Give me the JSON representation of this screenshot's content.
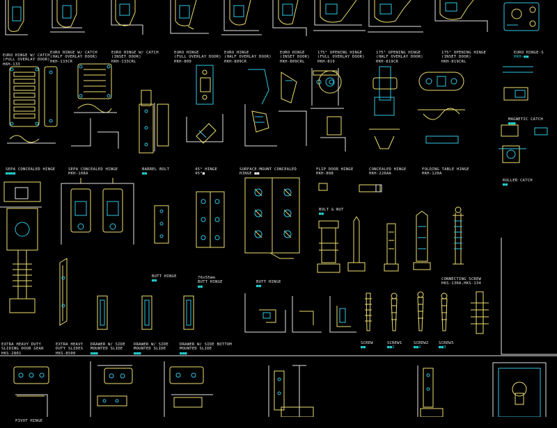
{
  "labels": {
    "l1": {
      "lines": [
        "EURO HINGE W/ CATCH",
        "(FULL OVERLAY DOOR)"
      ],
      "code": "HKH-133"
    },
    "l2": {
      "lines": [
        "EURO HINGE W/ CATCH",
        "(HALF OVERLAY DOOR)"
      ],
      "code": "HKH-133CR"
    },
    "l3": {
      "lines": [
        "EURO HINGE W/ CATCH",
        "(INSET DOOR)"
      ],
      "code": "HKH-133CRL"
    },
    "l4": {
      "lines": [
        "EURO HINGE",
        "(FULL OVERLAY DOOR)"
      ],
      "code": "HKH-809"
    },
    "l5": {
      "lines": [
        "EURO HINGE",
        "(HALF OVERLAY DOOR)"
      ],
      "code": "HKH-809CR"
    },
    "l6": {
      "lines": [
        "EURO HINGE",
        "(INSET DOOR)"
      ],
      "code": "HKH-809CRL"
    },
    "l7": {
      "lines": [
        "175° OPENING HINGE",
        "(FULL OVERLAY DOOR)"
      ],
      "code": "HKH-819"
    },
    "l8": {
      "lines": [
        "175° OPENING HINGE",
        "(HALF OVERLAY DOOR)"
      ],
      "code": "HKH-819CR"
    },
    "l9": {
      "lines": [
        "175° OPENING HINGE",
        "(INSET DOOR)"
      ],
      "code": "HKH-819CRL"
    },
    "l10": {
      "lines": [
        "EURO HINGE-S"
      ],
      "code": "HKH-■■"
    },
    "l11": {
      "lines": [
        "SEPA CONCEALED HINGE"
      ],
      "code": "■■■■"
    },
    "l12": {
      "lines": [
        "SEPA CONCEALED HINGE"
      ],
      "code": "HKH-108A"
    },
    "l13": {
      "lines": [
        "BARREL BOLT"
      ],
      "code": "■■"
    },
    "l14": {
      "lines": [
        "45° HINGE"
      ],
      "code": "45°■"
    },
    "l15": {
      "lines": [
        "SURFACE-MOUNT CONCEALED",
        "HINGE ■■"
      ],
      "code": ""
    },
    "l16": {
      "lines": [
        "FLIP DOOR HINGE"
      ],
      "code": "HKH-808"
    },
    "l17": {
      "lines": [
        "CONCEALED HINGE"
      ],
      "code": "HKH-220AA"
    },
    "l18": {
      "lines": [
        "FOLDING TABLE HINGE"
      ],
      "code": "HKH-120A"
    },
    "l19": {
      "lines": [
        "MAGNETIC CATCH"
      ],
      "code": "■■■"
    },
    "l20": {
      "lines": [
        "ROLLER CATCH"
      ],
      "code": "■■"
    },
    "l21": {
      "lines": [
        "BOLT & NUT"
      ],
      "code": "■■"
    },
    "l22": {
      "lines": [
        "BUTT HINGE"
      ],
      "code": "■■"
    },
    "l23": {
      "lines": [
        "76x55mm",
        "BUTT HINGE"
      ],
      "code": "■■"
    },
    "l24": {
      "lines": [
        "BUTT HINGE"
      ],
      "code": "■■"
    },
    "l25": {
      "lines": [
        "CONNECTING SCREW"
      ],
      "code": "HKS-130A,HKS-134"
    },
    "l26": {
      "lines": [
        "EXTRA HEAVY DUTY",
        "SLIDING DOOR GEAR"
      ],
      "code": "HKS-2801"
    },
    "l27": {
      "lines": [
        "EXTRA HEAVY",
        "DUTY SLIDES"
      ],
      "code": "HKS-8500"
    },
    "l28": {
      "lines": [
        "DRAWER W/ SIDE",
        "MOUNTED SLIDE"
      ],
      "code": "■■■"
    },
    "l29": {
      "lines": [
        "DRAWER W/ SIDE",
        "MOUNTED SLIDE"
      ],
      "code": "■■■"
    },
    "l30": {
      "lines": [
        "DRAWER W/ SIDE BOTTOM",
        "MOUNTED SLIDE"
      ],
      "code": "■■■"
    },
    "l31": {
      "lines": [
        "SCREW"
      ],
      "code": "■■"
    },
    "l32": {
      "lines": [
        "SCREW1"
      ],
      "code": "■■1"
    },
    "l33": {
      "lines": [
        "SCREW2"
      ],
      "code": "■■2"
    },
    "l34": {
      "lines": [
        "SCREW3"
      ],
      "code": "■■3"
    },
    "l35": {
      "lines": [
        "PIVOT HINGE"
      ],
      "code": "■■"
    }
  },
  "colors": {
    "background": "#000000",
    "part": "#f0e070",
    "detail": "#30c8e8",
    "frame": "#e6e6e6",
    "hatch": "#30e870"
  }
}
